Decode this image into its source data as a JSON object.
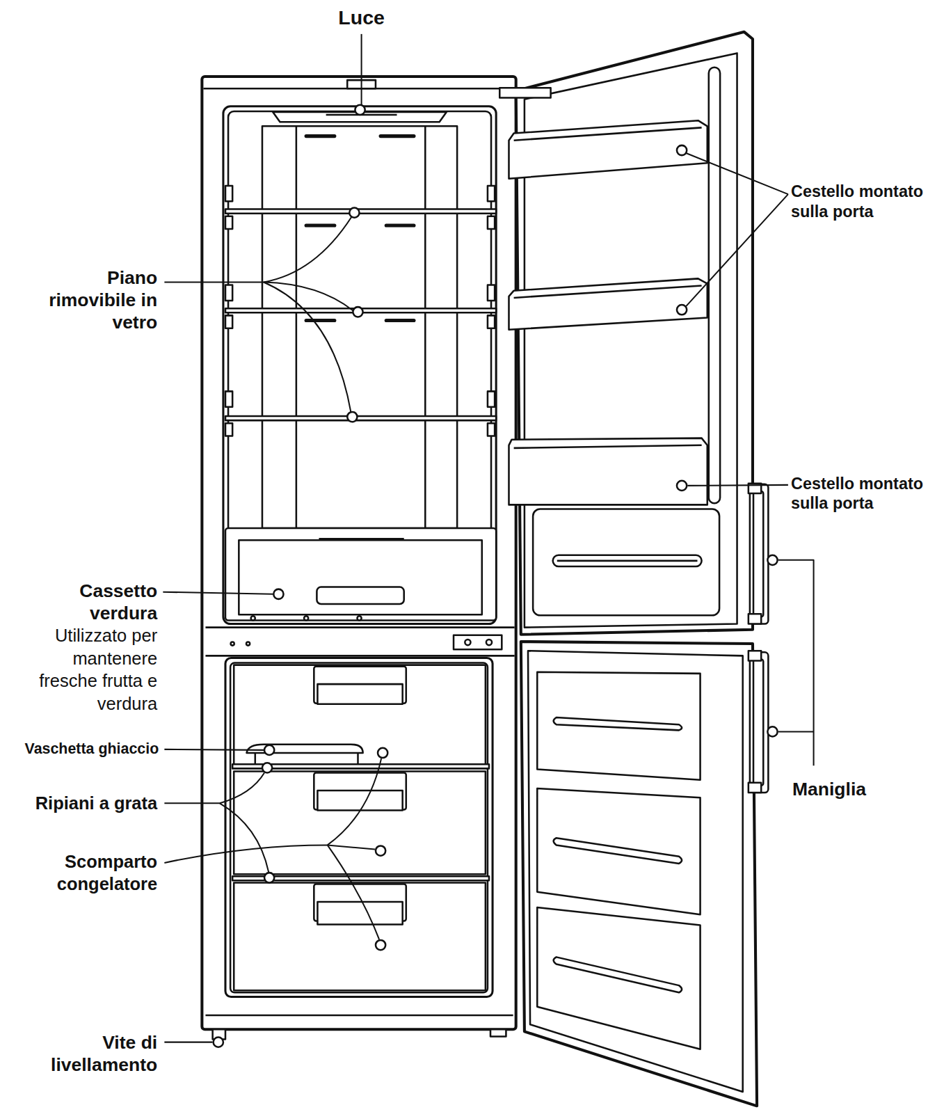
{
  "diagram": {
    "labels": [
      "Luce",
      "Cestello montato sulla porta",
      "Piano rimovibile in vetro",
      "Cestello montato sulla porta",
      "Cassetto verdura",
      "Utilizzato per mantenere fresche frutta e verdura",
      "Vaschetta ghiaccio",
      "Ripiani a grata",
      "Scomparto congelatore",
      "Maniglia",
      "Vite di livellamento"
    ]
  }
}
